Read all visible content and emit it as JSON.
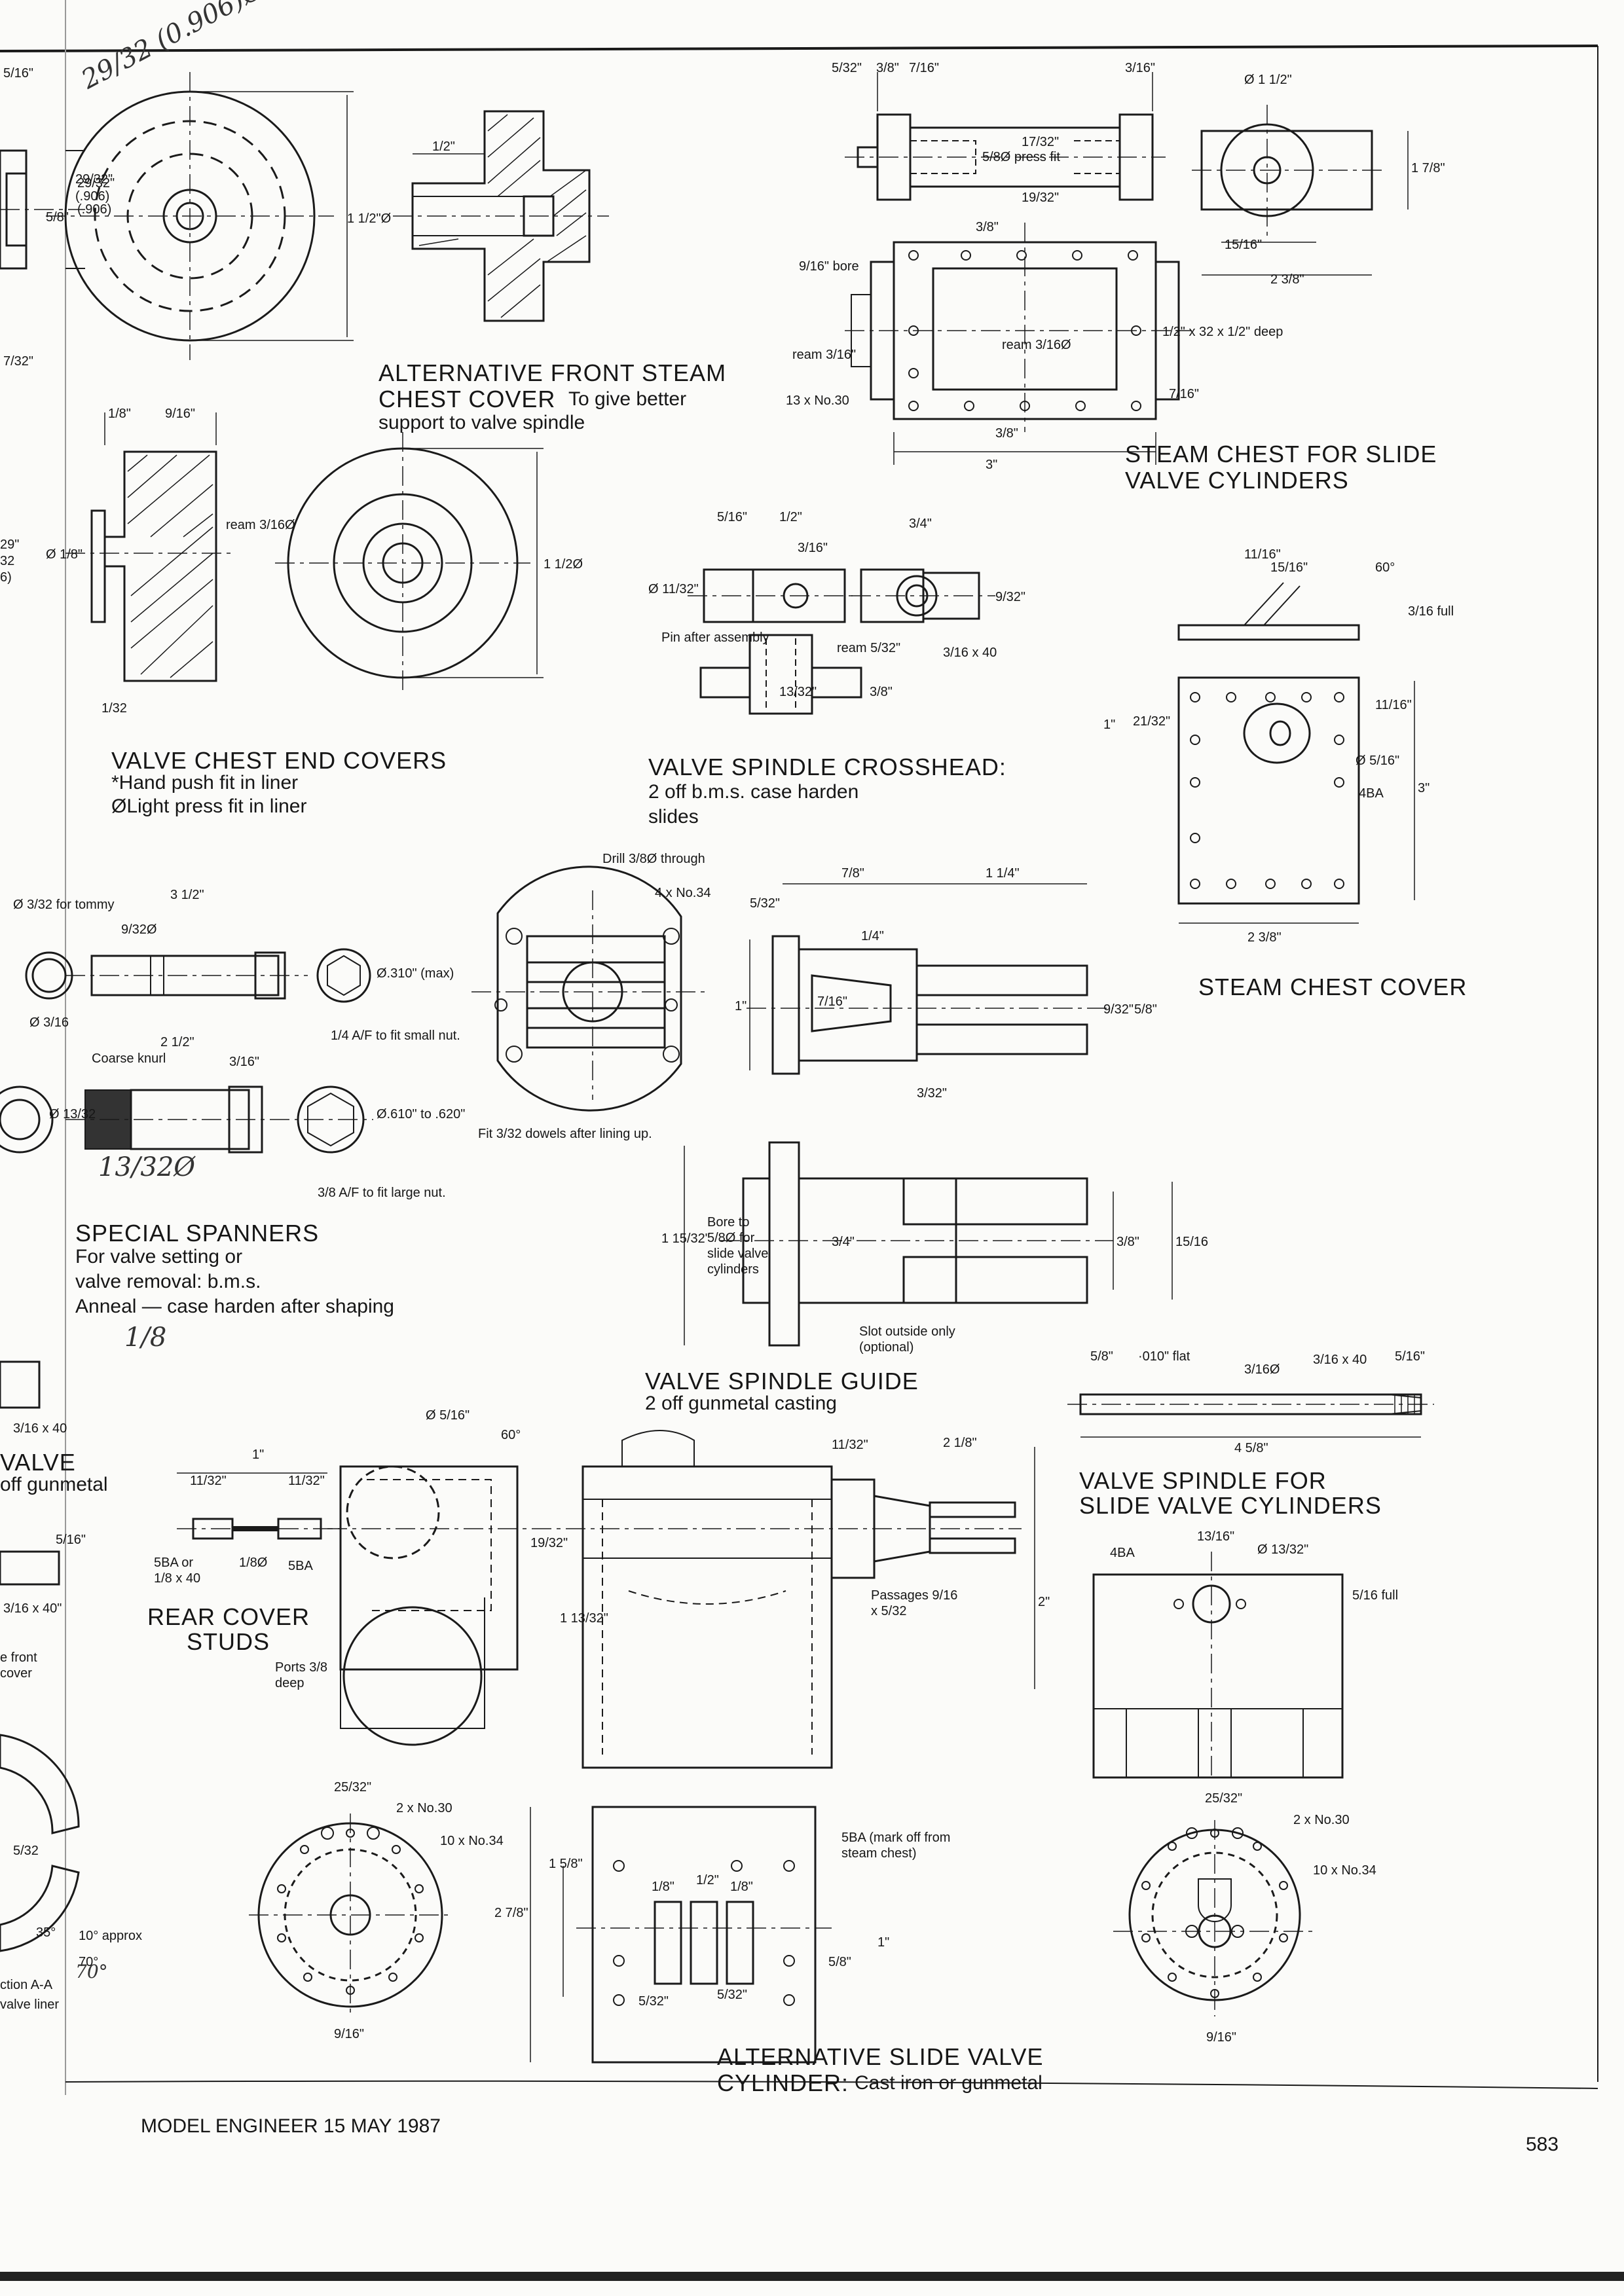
{
  "drawings": {
    "front_cover": {
      "title": "ALTERNATIVE FRONT STEAM",
      "title2": "CHEST COVER",
      "sub": "To give better",
      "sub2": "support to valve spindle",
      "dims": [
        "1/2\"",
        "1 1/2\"Ø",
        "29/32\"",
        "(.906)"
      ]
    },
    "steam_chest": {
      "title": "STEAM CHEST FOR SLIDE",
      "title2": "VALVE CYLINDERS",
      "dims": [
        "5/32\"",
        "3/8\"",
        "7/16\"",
        "3/16\"",
        "Ø 1 1/2\"",
        "1 7/8\"",
        "5/8Ø press fit",
        "17/32\"",
        "19/32\"",
        "3/8\"",
        "9/16\" bore",
        "ream 3/16\"",
        "ream 3/16Ø",
        "1/2\" x 32 x 1/2\" deep",
        "13 x No.30",
        "7/16\"",
        "15/16\"",
        "2 3/8\"",
        "3\"",
        "3/8\""
      ]
    },
    "valve_chest_end_covers": {
      "title": "VALVE CHEST END COVERS",
      "line1": "*Hand push fit in liner",
      "line2": "ØLight press fit in liner",
      "dims": [
        "1/8\"",
        "9/16\"",
        "ream 3/16Ø",
        "1 1/2Ø",
        "Ø 1/8\"",
        "1/32"
      ]
    },
    "crosshead": {
      "title": "VALVE SPINDLE CROSSHEAD:",
      "line1": "2 off b.m.s. case harden",
      "line2": "slides",
      "dims": [
        "5/16\"",
        "1/2\"",
        "3/16\"",
        "3/4\"",
        "Ø 11/32\"",
        "9/32\"",
        "Pin after assembly",
        "ream 5/32\"",
        "3/16 x 40",
        "13/32\"",
        "3/8\""
      ]
    },
    "steam_chest_cover": {
      "title": "STEAM CHEST COVER",
      "dims": [
        "11/16\"",
        "15/16\"",
        "60°",
        "3/16 full",
        "1\"",
        "21/32\"",
        "11/16\"",
        "Ø 5/16\"",
        "4BA",
        "3\"",
        "2 3/8\""
      ]
    },
    "spanners": {
      "title": "SPECIAL SPANNERS",
      "line1": "For valve setting or",
      "line2": "valve removal: b.m.s.",
      "line3": "Anneal — case harden after shaping",
      "dims": [
        "3 1/2\"",
        "Ø 3/32 for tommy",
        "9/32Ø",
        "Ø.310\" (max)",
        "1/4 A/F to fit small nut.",
        "Ø 3/16",
        "2 1/2\"",
        "Coarse knurl",
        "3/16\"",
        "Ø 13/32",
        "Ø.610\" to .620\"",
        "3/8 A/F to fit large nut."
      ]
    },
    "guide_plan": {
      "dims": [
        "Drill 3/8Ø through",
        "4 x No.34",
        "Fit 3/32 dowels after lining up.",
        "7/8\"",
        "1 1/4\"",
        "5/32\"",
        "1/4\"",
        "7/16\"",
        "1\"",
        "9/32\"",
        "5/8\"",
        "3/32\""
      ]
    },
    "guide": {
      "title": "VALVE SPINDLE GUIDE",
      "sub": "2 off gunmetal casting",
      "dims": [
        "1 15/32\"",
        "Bore to 5/8Ø for slide valve cylinders",
        "3/4\"",
        "3/8\"",
        "15/16",
        "Slot outside only (optional)"
      ]
    },
    "spindle": {
      "title": "VALVE SPINDLE FOR",
      "title2": "SLIDE VALVE CYLINDERS",
      "dims": [
        "5/8\"",
        "·010\" flat",
        "3/16Ø",
        "3/16 x 40",
        "5/16\"",
        "4 5/8\""
      ]
    },
    "rear_cover_studs": {
      "title": "REAR COVER",
      "title2": "STUDS",
      "dims": [
        "1\"",
        "11/32\"",
        "11/32\"",
        "5BA or 1/8 x 40",
        "1/8Ø",
        "5BA"
      ]
    },
    "main": {
      "dims": [
        "Ø 5/16\"",
        "60°",
        "11/32\"",
        "2 1/8\"",
        "19/32\"",
        "1 13/32\"",
        "Ports 3/8 deep",
        "Passages 9/16 x 5/32",
        "2\""
      ]
    },
    "left_end": {
      "dims": [
        "25/32\"",
        "2 x No.30",
        "10 x No.34",
        "9/16\""
      ]
    },
    "slide_face": {
      "dims": [
        "5BA (mark off from steam chest)",
        "1 5/8\"",
        "2 7/8\"",
        "1/8\"",
        "1/2\"",
        "1/8\"",
        "5/32\"",
        "5/32\"",
        "5/8\"",
        "1\""
      ]
    },
    "valve_end": {
      "dims": [
        "4BA",
        "13/16\"",
        "Ø 13/32\"",
        "5/16 full"
      ]
    },
    "right_end": {
      "dims": [
        "25/32\"",
        "2 x No.30",
        "10 x No.34",
        "9/16\""
      ]
    },
    "alt_slide": {
      "title": "ALTERNATIVE SLIDE VALVE",
      "title2": "CYLINDER:",
      "sub": "Cast iron or gunmetal"
    },
    "left_edge": {
      "dims": [
        "5/16\"",
        "29/32\"",
        "(.906)",
        "5/8\"",
        "7/32\"",
        "29\"",
        "32",
        "6)",
        "3/16 x 40",
        "VALVE",
        "off gunmetal",
        "5/16\"",
        "3/16 x 40\"",
        "e front cover",
        "5/32",
        "35°",
        "10° approx",
        "70°",
        "ction A-A",
        "valve liner"
      ]
    }
  },
  "handwritten": [
    "29/32 (0.906)Ø",
    "13/32Ø",
    "1/8",
    "70°"
  ],
  "footer": {
    "magazine": "MODEL ENGINEER 15 MAY 1987",
    "page": "583"
  }
}
